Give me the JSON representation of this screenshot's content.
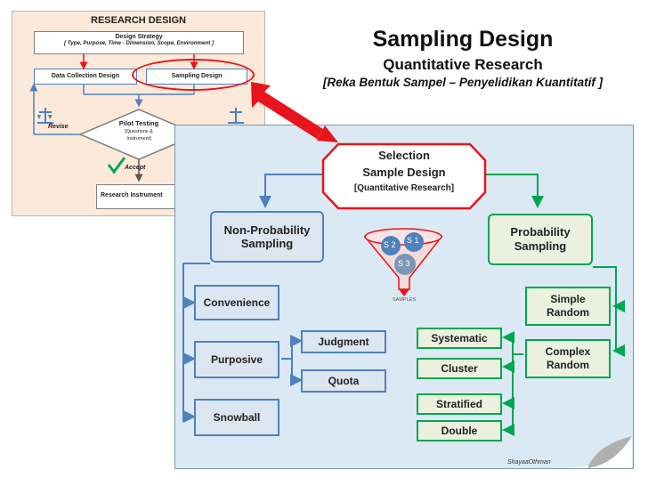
{
  "header": {
    "title": "Sampling Design",
    "subtitle": "Quantitative Research",
    "translation": "[Reka Bentuk Sampel – Penyelidikan Kuantitatif ]"
  },
  "research_design": {
    "title": "RESEARCH DESIGN",
    "strategy_title": "Design Strategy",
    "strategy_sub": "[ Type, Purpose, Time - Dimension, Scope, Environment ]",
    "data_collection": "Data Collection Design",
    "sampling_design": "Sampling Design",
    "revise_left": "Revise",
    "pilot_title": "Pilot Testing",
    "pilot_sub1": "[Questions &",
    "pilot_sub2": "Instrument]",
    "accept": "Accept",
    "research_instrument": "Research Instrument"
  },
  "selection": {
    "title_line1": "Selection",
    "title_line2": "Sample Design",
    "title_line3": "[Quantitative  Research]",
    "non_probability": {
      "line1": "Non-Probability",
      "line2": "Sampling"
    },
    "probability": {
      "line1": "Probability",
      "line2": "Sampling"
    },
    "convenience": "Convenience",
    "purposive": "Purposive",
    "snowball": "Snowball",
    "judgment": "Judgment",
    "quota": "Quota",
    "simple": {
      "line1": "Simple",
      "line2": "Random"
    },
    "complex": {
      "line1": "Complex",
      "line2": "Random"
    },
    "systematic": "Systematic",
    "cluster": "Cluster",
    "stratified": "Stratified",
    "double": "Double",
    "funnel": {
      "s1": "S 1",
      "s2": "S 2",
      "s3": "S 3",
      "label": "SAMPLES"
    },
    "credit": "ShayaaOthman"
  },
  "colors": {
    "red": "#e8141b",
    "blue": "#4f81bd",
    "green": "#00a651",
    "panel": "#dbe9f4"
  }
}
